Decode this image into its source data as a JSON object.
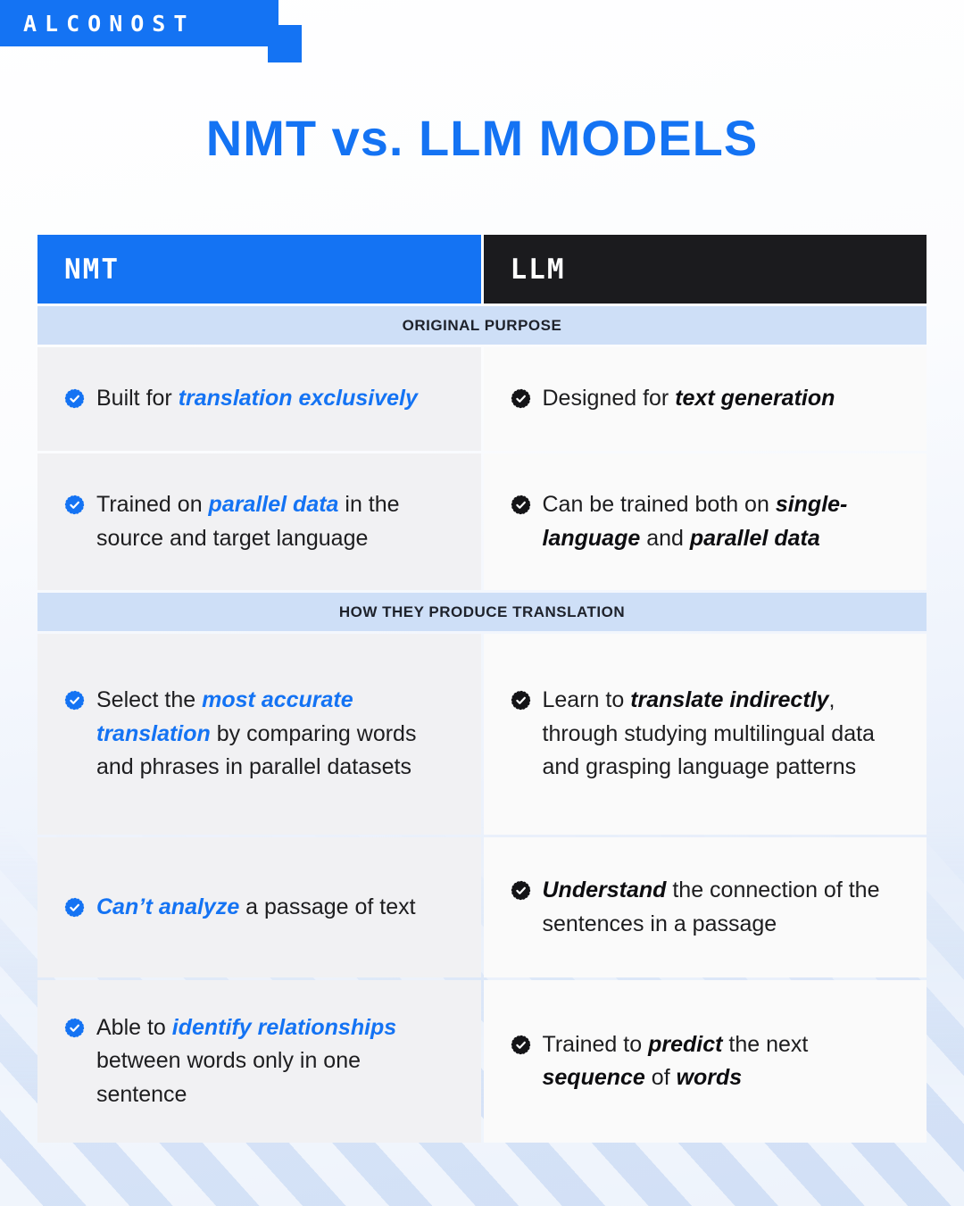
{
  "logo": {
    "text": "ALCONOST"
  },
  "title": "NMT vs. LLM MODELS",
  "colors": {
    "blue": "#1473F3",
    "dark": "#1B1B1E",
    "band": "#CEDFF7",
    "cellLeft": "#F1F1F3",
    "cellRight": "#FAFAFA",
    "text": "#1D1D1F"
  },
  "icon": {
    "name": "verified-check-badge"
  },
  "table": {
    "columns": [
      {
        "label": "NMT"
      },
      {
        "label": "LLM"
      }
    ],
    "sections": [
      {
        "label": "ORIGINAL PURPOSE",
        "rows": [
          {
            "nmt": [
              {
                "t": "Built for ",
                "em": false
              },
              {
                "t": "translation exclusively",
                "em": true
              }
            ],
            "llm": [
              {
                "t": "Designed for ",
                "em": false
              },
              {
                "t": "text generation",
                "em": true
              }
            ]
          },
          {
            "nmt": [
              {
                "t": "Trained on ",
                "em": false
              },
              {
                "t": "parallel data",
                "em": true
              },
              {
                "t": " in the source and target language",
                "em": false
              }
            ],
            "llm": [
              {
                "t": "Can be trained both on ",
                "em": false
              },
              {
                "t": "single-language",
                "em": true
              },
              {
                "t": " and ",
                "em": false
              },
              {
                "t": "parallel data",
                "em": true
              }
            ]
          }
        ]
      },
      {
        "label": "HOW THEY PRODUCE TRANSLATION",
        "rows": [
          {
            "nmt": [
              {
                "t": "Select the ",
                "em": false
              },
              {
                "t": "most accurate translation",
                "em": true
              },
              {
                "t": " by comparing words and phrases in parallel datasets",
                "em": false
              }
            ],
            "llm": [
              {
                "t": "Learn to ",
                "em": false
              },
              {
                "t": "translate indirectly",
                "em": true
              },
              {
                "t": ", through studying multilingual data and grasping language patterns",
                "em": false
              }
            ]
          },
          {
            "nmt": [
              {
                "t": "Can’t analyze",
                "em": true
              },
              {
                "t": " a passage of text",
                "em": false
              }
            ],
            "llm": [
              {
                "t": "Understand",
                "em": true
              },
              {
                "t": " the connection of the sentences in a passage",
                "em": false
              }
            ]
          },
          {
            "nmt": [
              {
                "t": "Able to ",
                "em": false
              },
              {
                "t": "identify relationships",
                "em": true
              },
              {
                "t": " between words only in one sentence",
                "em": false
              }
            ],
            "llm": [
              {
                "t": "Trained to ",
                "em": false
              },
              {
                "t": "predict",
                "em": true
              },
              {
                "t": " the next ",
                "em": false
              },
              {
                "t": "sequence",
                "em": true
              },
              {
                "t": " of ",
                "em": false
              },
              {
                "t": "words",
                "em": true
              }
            ]
          }
        ]
      }
    ]
  }
}
